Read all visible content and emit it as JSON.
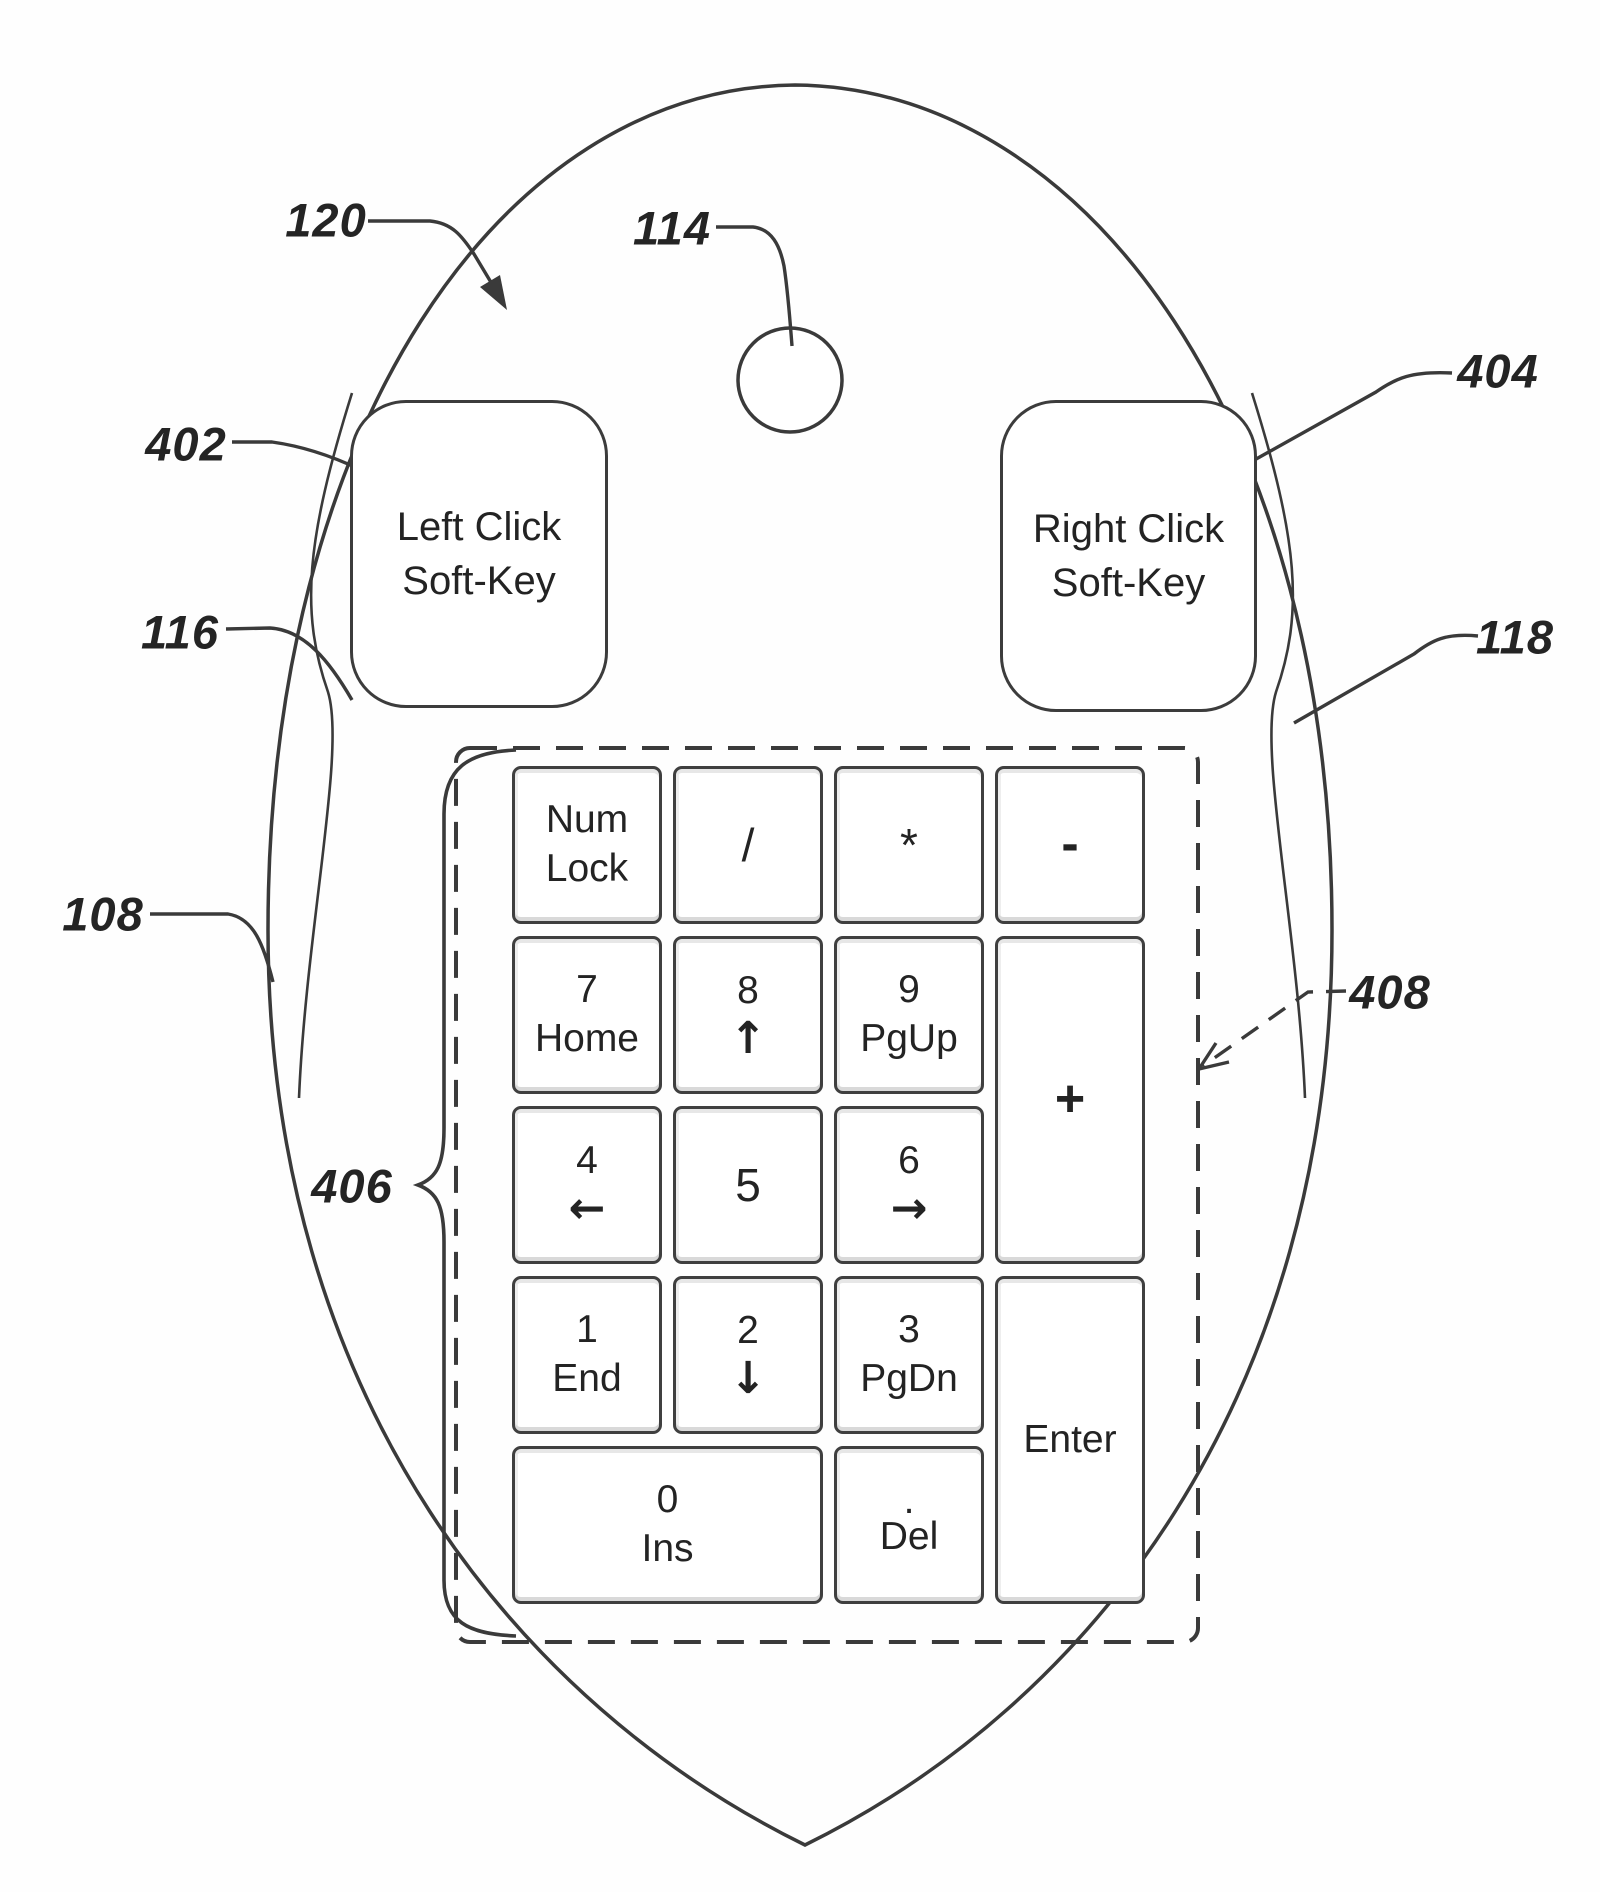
{
  "figure": {
    "kind": "patent line drawing",
    "subject": "computer mouse top view with left/right click soft-keys, scroll wheel and embedded numeric keypad",
    "background_color": "#fefefe",
    "line_color": "#3a3a3a",
    "text_color": "#232323"
  },
  "reference_labels": {
    "body": "120",
    "scroll_wheel": "114",
    "left_soft_key": "402",
    "right_soft_key": "404",
    "left_side": "116",
    "right_side": "118",
    "left_edge": "108",
    "keypad_brace": "406",
    "keypad_boundary": "408"
  },
  "soft_keys": {
    "left": {
      "line1": "Left Click",
      "line2": "Soft-Key"
    },
    "right": {
      "line1": "Right Click",
      "line2": "Soft-Key"
    }
  },
  "keypad": {
    "keys": [
      {
        "id": "num-lock",
        "lines": [
          "Num",
          "Lock"
        ]
      },
      {
        "id": "divide",
        "lines": [
          "/"
        ]
      },
      {
        "id": "multiply",
        "lines": [
          "*"
        ]
      },
      {
        "id": "minus",
        "lines": [
          "-"
        ]
      },
      {
        "id": "7-home",
        "lines": [
          "7",
          "Home"
        ]
      },
      {
        "id": "8-up",
        "lines": [
          "8",
          "↑"
        ]
      },
      {
        "id": "9-pgup",
        "lines": [
          "9",
          "PgUp"
        ]
      },
      {
        "id": "plus",
        "lines": [
          "+"
        ]
      },
      {
        "id": "4-left",
        "lines": [
          "4",
          "←"
        ]
      },
      {
        "id": "5",
        "lines": [
          "5"
        ]
      },
      {
        "id": "6-right",
        "lines": [
          "6",
          "→"
        ]
      },
      {
        "id": "1-end",
        "lines": [
          "1",
          "End"
        ]
      },
      {
        "id": "2-down",
        "lines": [
          "2",
          "↓"
        ]
      },
      {
        "id": "3-pgdn",
        "lines": [
          "3",
          "PgDn"
        ]
      },
      {
        "id": "enter",
        "lines": [
          "Enter"
        ]
      },
      {
        "id": "0-ins",
        "lines": [
          "0",
          "Ins"
        ]
      },
      {
        "id": "dot-del",
        "lines": [
          ".",
          "Del"
        ]
      }
    ]
  }
}
